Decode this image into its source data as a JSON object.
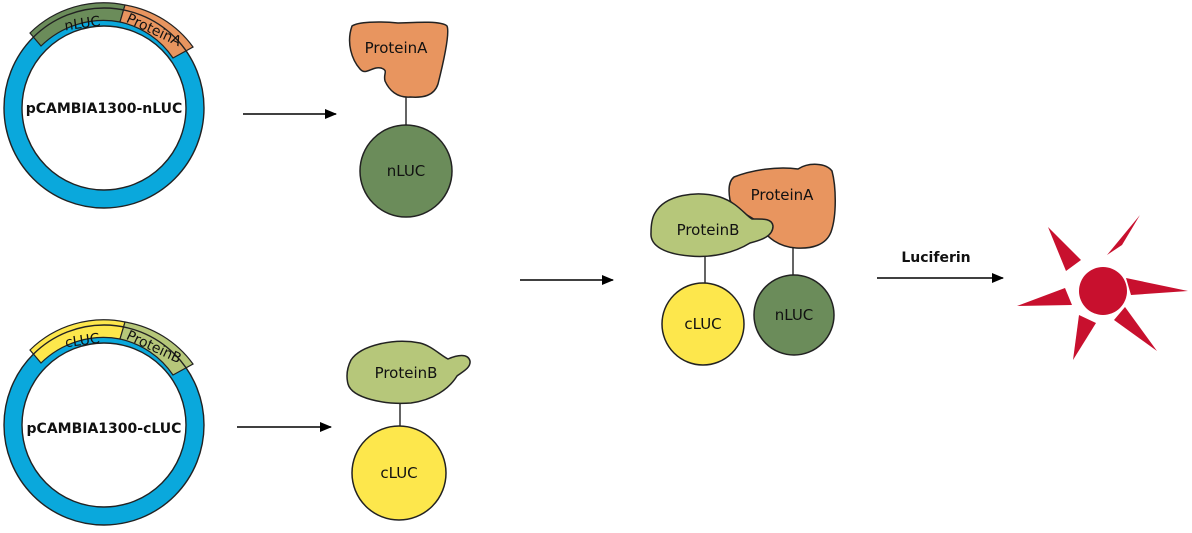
{
  "diagram": {
    "plasmid_top": {
      "name": "pCAMBIA1300-nLUC",
      "segment_1": "nLUC",
      "segment_2": "ProteinA"
    },
    "plasmid_bottom": {
      "name": "pCAMBIA1300-cLUC",
      "segment_1": "cLUC",
      "segment_2": "ProteinB"
    },
    "fusion_top": {
      "protein": "ProteinA",
      "tag": "nLUC"
    },
    "fusion_bottom": {
      "protein": "ProteinB",
      "tag": "cLUC"
    },
    "complex": {
      "protein_b": "ProteinB",
      "protein_a": "ProteinA",
      "tag_c": "cLUC",
      "tag_n": "nLUC"
    },
    "substrate_label": "Luciferin",
    "colors": {
      "backbone": "#0AA8DC",
      "nluc": "#6B8C5A",
      "clue_yellow": "#FDE74C",
      "protein_a": "#E8955F",
      "protein_b": "#B6C77A",
      "signal": "#C8102E"
    },
    "icons": [
      "arrow-right-icon",
      "luminescence-star-icon"
    ]
  }
}
